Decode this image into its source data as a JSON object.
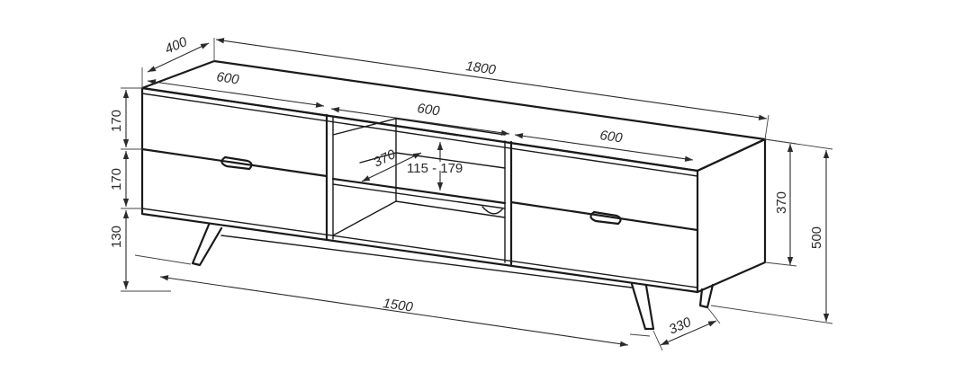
{
  "dimensions": {
    "total_width": "1800",
    "depth": "400",
    "drawer_left_width": "600",
    "shelf_middle_width": "600",
    "drawer_right_width": "600",
    "drawer_upper_height": "170",
    "drawer_lower_height": "170",
    "leg_height": "130",
    "inner_depth": "370",
    "shelf_height_range": "115 - 179",
    "body_height": "370",
    "total_height": "500",
    "leg_span": "1500",
    "leg_depth": "330"
  },
  "colors": {
    "line": "#1a1a1a",
    "dimension": "#2a2a2a",
    "background": "#ffffff"
  }
}
